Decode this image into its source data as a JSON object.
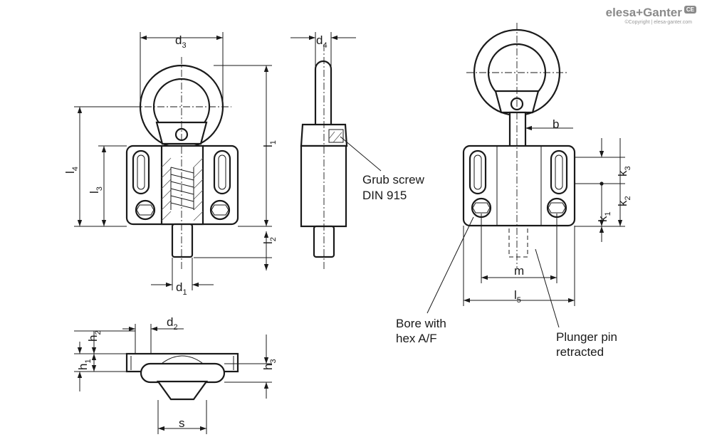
{
  "labels": {
    "d3": {
      "base": "d",
      "sub": "3"
    },
    "d4": {
      "base": "d",
      "sub": "4"
    },
    "l1": {
      "base": "l",
      "sub": "1"
    },
    "l2": {
      "base": "l",
      "sub": "2"
    },
    "l3": {
      "base": "l",
      "sub": "3"
    },
    "l4": {
      "base": "l",
      "sub": "4"
    },
    "l5": {
      "base": "l",
      "sub": "5"
    },
    "d1": {
      "base": "d",
      "sub": "1"
    },
    "d2": {
      "base": "d",
      "sub": "2"
    },
    "h1": {
      "base": "h",
      "sub": "1"
    },
    "h2": {
      "base": "h",
      "sub": "2"
    },
    "h3": {
      "base": "h",
      "sub": "3"
    },
    "k1": {
      "base": "k",
      "sub": "1"
    },
    "k2": {
      "base": "k",
      "sub": "2"
    },
    "k3": {
      "base": "k",
      "sub": "3"
    },
    "b": {
      "base": "b",
      "sub": ""
    },
    "m": {
      "base": "m",
      "sub": ""
    },
    "s": {
      "base": "s",
      "sub": ""
    }
  },
  "notes": {
    "grub_screw_line1": "Grub screw",
    "grub_screw_line2": "DIN 915",
    "bore_line1": "Bore with",
    "bore_line2": "hex A/F",
    "plunger_line1": "Plunger pin",
    "plunger_line2": "retracted"
  },
  "brand": {
    "name": "elesa+Ganter",
    "badge": "CE",
    "copyright": "©Copyright | elesa-ganter.com"
  }
}
